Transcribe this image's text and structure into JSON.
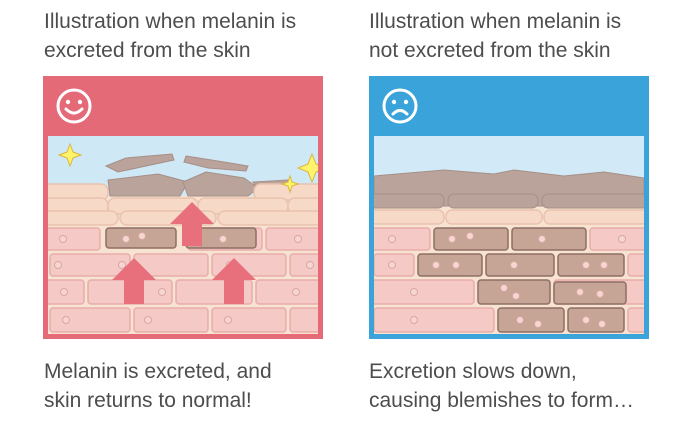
{
  "left": {
    "heading_line1": "Illustration when melanin is",
    "heading_line2": "excreted from the skin",
    "face_icon": "smile-icon",
    "accent_color": "#e56a78",
    "caption_line1": "Melanin is excreted, and",
    "caption_line2": "skin returns to normal!"
  },
  "right": {
    "heading_line1": "Illustration when melanin is",
    "heading_line2": "not excreted from the skin",
    "face_icon": "frown-icon",
    "accent_color": "#3aa4da",
    "caption_line1": "Excretion slows down,",
    "caption_line2": "causing blemishes to form…"
  }
}
